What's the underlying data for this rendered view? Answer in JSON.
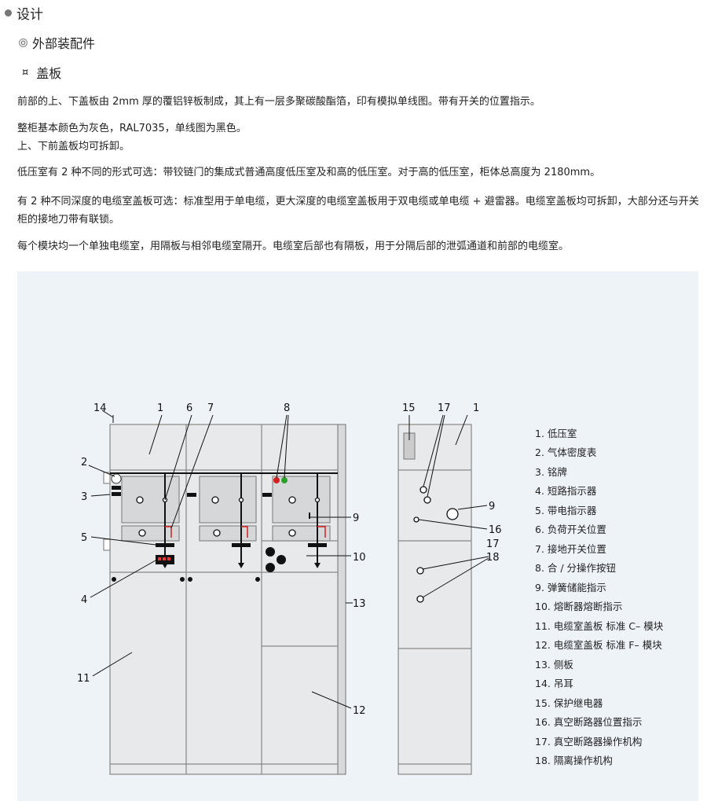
{
  "heading": {
    "title": "设计",
    "subtitle": "外部装配件",
    "section": "盖板",
    "section_marker": "¤"
  },
  "paragraphs": [
    "前部的上、下盖板由 2mm 厚的覆铝锌板制成，其上有一层多聚碳酸酯箔，印有模拟单线图。带有开关的位置指示。",
    "整柜基本颜色为灰色，RAL7035，单线图为黑色。",
    "上、下前盖板均可拆卸。",
    "低压室有 2 种不同的形式可选：带铰链门的集成式普通高度低压室及和高的低压室。对于高的低压室，柜体总高度为 2180mm。",
    "有 2 种不同深度的电缆室盖板可选：标准型用于单电缆，更大深度的电缆室盖板用于双电缆或单电缆 + 避雷器。电缆室盖板均可拆卸，大部分还与开关柜的接地刀带有联锁。",
    "每个模块均一个单独电缆室，用隔板与相邻电缆室隔开。电缆室后部也有隔板，用于分隔后部的泄弧通道和前部的电缆室。"
  ],
  "diagram": {
    "callouts": {
      "c1": "1",
      "c2": "2",
      "c3": "3",
      "c4": "4",
      "c5": "5",
      "c6": "6",
      "c7": "7",
      "c8": "8",
      "c9": "9",
      "c10": "10",
      "c11": "11",
      "c12": "12",
      "c13": "13",
      "c14": "14",
      "c15": "15",
      "c16": "16",
      "c17": "17",
      "c18": "18"
    },
    "legend": [
      "1. 低压室",
      "2. 气体密度表",
      "3. 铭牌",
      "4. 短路指示器",
      "5. 带电指示器",
      "6. 负荷开关位置",
      "7. 接地开关位置",
      "8. 合 / 分操作按钮",
      "9. 弹簧储能指示",
      "10. 熔断器熔断指示",
      "11. 电缆室盖板 标准 C– 模块",
      "12. 电缆室盖板 标准 F– 模块",
      "13. 侧板",
      "14. 吊耳",
      "15. 保护继电器",
      "16. 真空断路器位置指示",
      "17. 真空断路器操作机构",
      "18. 隔离操作机构"
    ],
    "colors": {
      "background": "#eef3f8",
      "cabinet": "#e8e9ea",
      "mimic": "#d6d7d8",
      "red": "#d42020",
      "green": "#2aa02a"
    }
  }
}
